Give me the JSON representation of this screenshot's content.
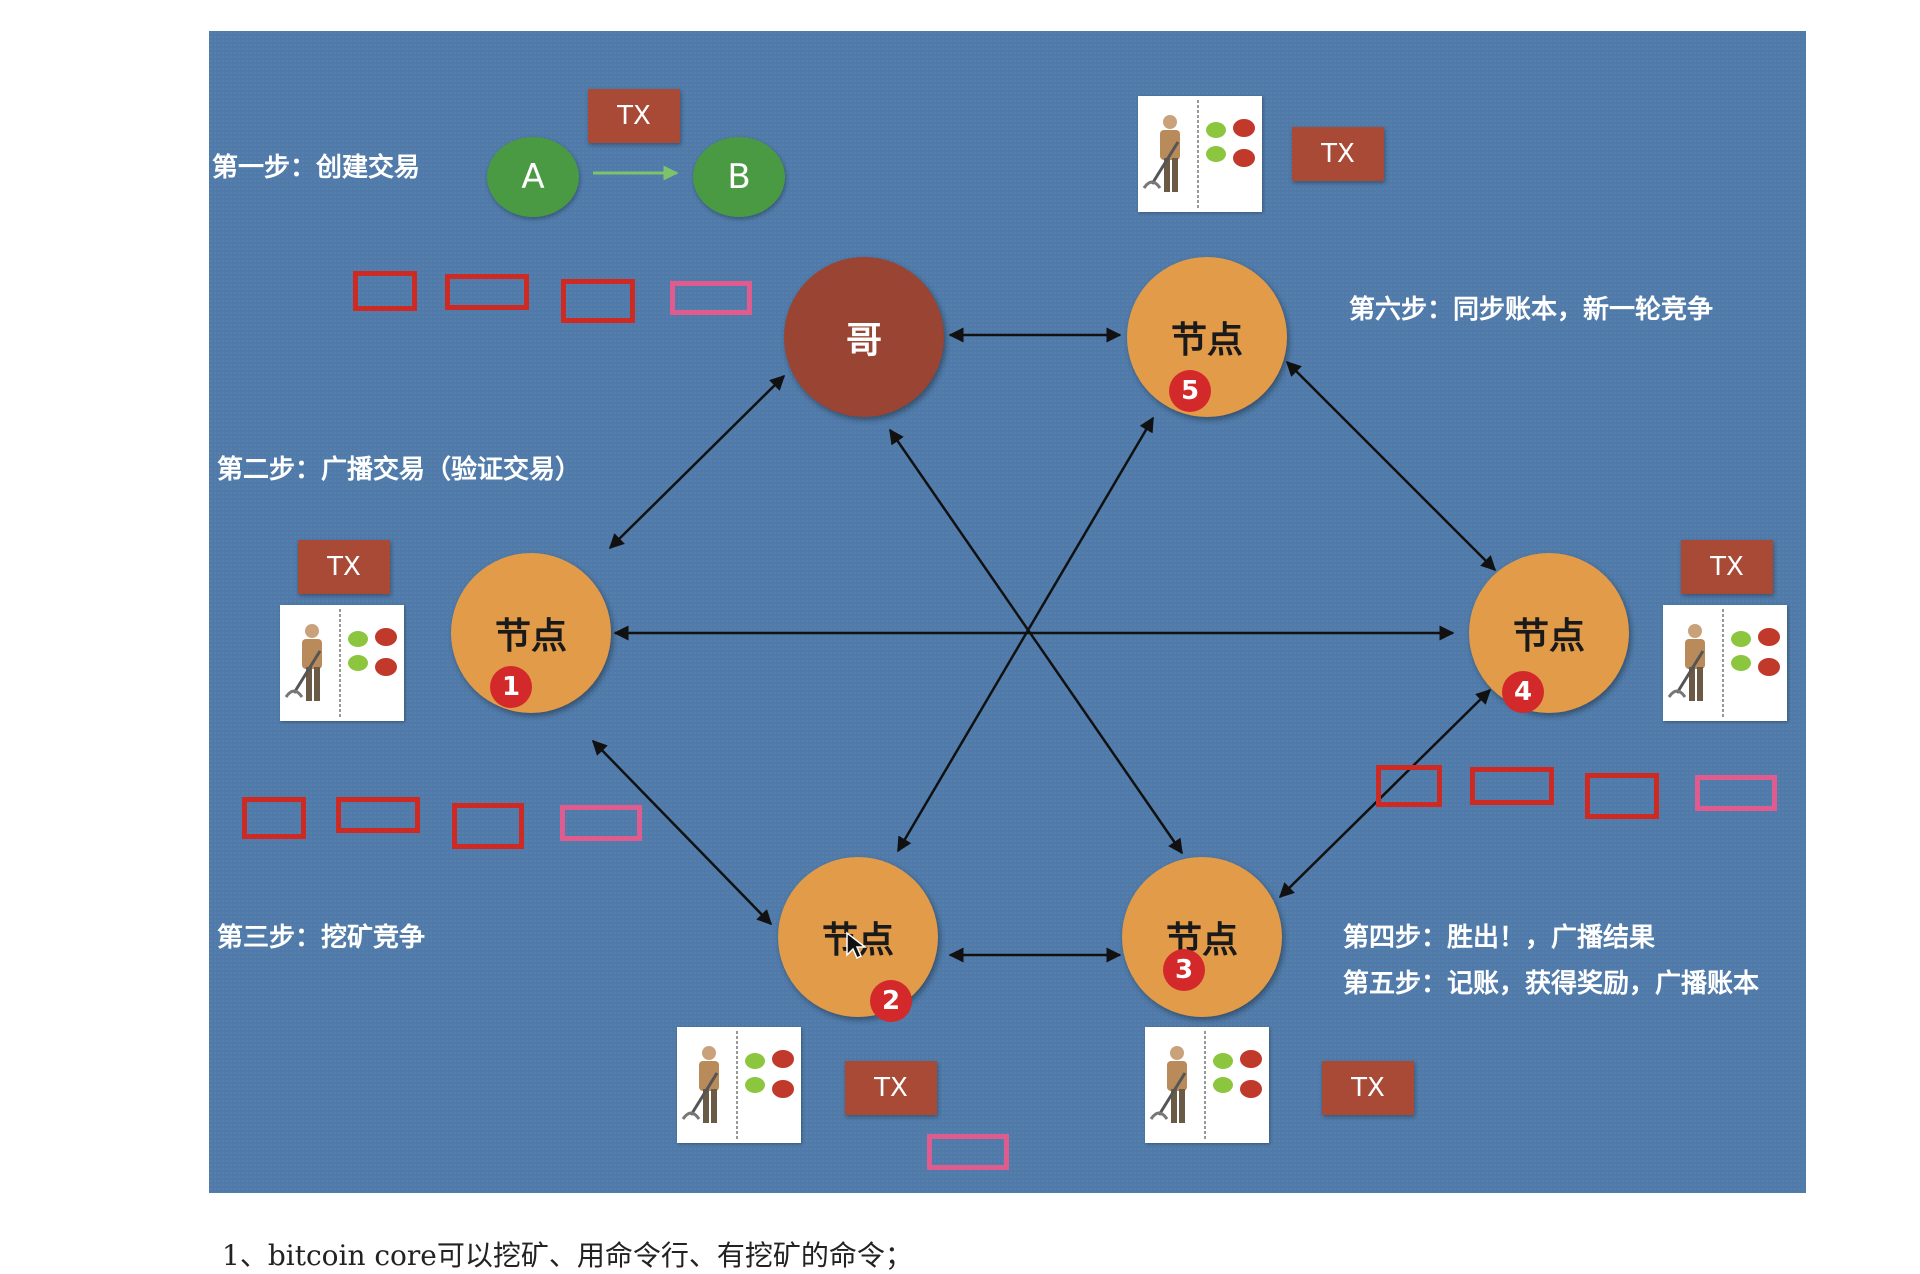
{
  "diagram": {
    "steps": {
      "step1": "第一步：创建交易",
      "step2": "第二步：广播交易（验证交易）",
      "step3": "第三步：挖矿竞争",
      "step4": "第四步：胜出！，广播结果",
      "step5": "第五步：记账，获得奖励，广播账本",
      "step6": "第六步：同步账本，新一轮竞争"
    },
    "nodes": {
      "ge": "哥",
      "n1": "节点",
      "n2": "节点",
      "n3": "节点",
      "n4": "节点",
      "n5": "节点"
    },
    "badges": {
      "b1": "1",
      "b2": "2",
      "b3": "3",
      "b4": "4",
      "b5": "5"
    },
    "parties": {
      "a": "A",
      "b": "B"
    },
    "tx_label": "TX",
    "colors": {
      "background": "#4f7aa9",
      "node": "#e29b49",
      "ge_node": "#9a4433",
      "badge": "#d4292a",
      "party": "#4a9a44",
      "tx": "#a84a36",
      "block": "#cc2a22",
      "pending_block": "#e05b8e"
    },
    "icons": [
      "miner-icon",
      "double-arrow-icon",
      "cursor-icon"
    ]
  },
  "caption": "1、bitcoin core可以挖矿、用命令行、有挖矿的命令；"
}
